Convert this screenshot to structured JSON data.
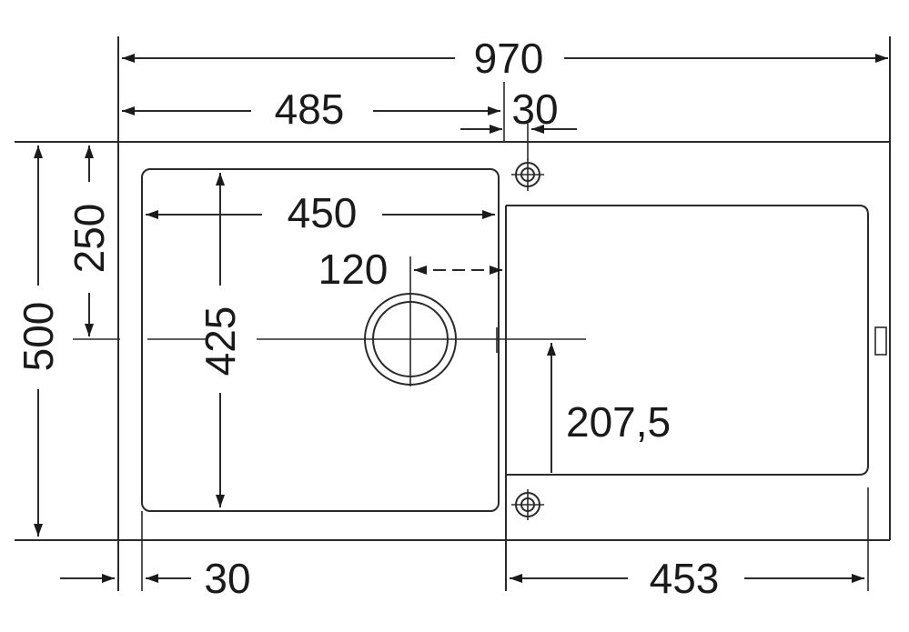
{
  "dimensions": {
    "total_width": "970",
    "bowl_center_offset": "485",
    "tap_hole_offset": "30",
    "bowl_inner_width": "450",
    "waste_offset": "120",
    "bowl_inner_depth": "425",
    "total_depth": "500",
    "half_depth": "250",
    "drainer_offset": "207,5",
    "left_margin": "30",
    "drainer_width": "453"
  }
}
